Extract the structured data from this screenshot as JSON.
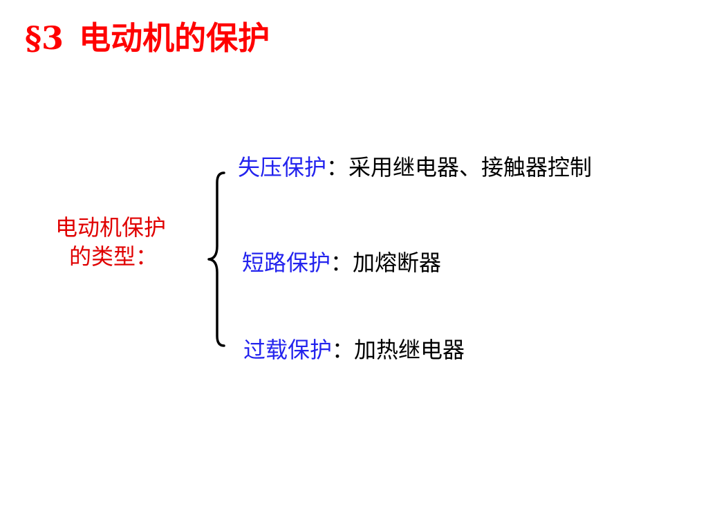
{
  "title": {
    "section": "§3",
    "text": "电动机的保护"
  },
  "category": {
    "line1": "电动机保护",
    "line2": "的类型："
  },
  "items": [
    {
      "term": "失压保护",
      "separator": "：",
      "description": "采用继电器、接触器控制"
    },
    {
      "term": "短路保护",
      "separator": "：",
      "description": "加熔断器"
    },
    {
      "term": "过载保护",
      "separator": "：",
      "description": "加热继电器"
    }
  ],
  "colors": {
    "title": "#ff0000",
    "category": "#e00000",
    "term": "#2323ee",
    "description": "#000000"
  }
}
